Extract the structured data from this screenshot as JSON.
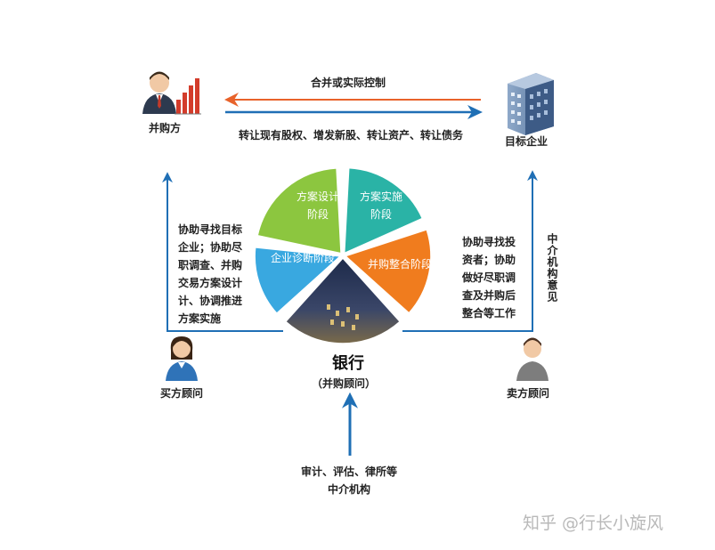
{
  "top_arrow_label": "合并或实际控制",
  "bottom_arrow_label": "转让现有股权、增发新股、转让资产、转让债务",
  "acquirer": "并购方",
  "target": "目标企业",
  "buyer_advisor": "买方顾问",
  "seller_advisor": "卖方顾问",
  "buyer_advisor_text": "协助寻找目标\n企业；协助尽\n职调查、并购\n交易方案设计\n计、协调推进\n方案实施",
  "seller_advisor_text": "协助寻找投\n资者；协助\n做好尽职调\n查及并购后\n整合等工作",
  "intermediary_opinion": "中介机构意见",
  "bank": "银行",
  "bank_role": "（并购顾问）",
  "intermediaries": "审计、评估、律所等\n中介机构",
  "watermark": "知乎 @行长小旋风",
  "pie": {
    "segments": [
      {
        "label": "方案设计\n阶段",
        "color": "#8cc63f"
      },
      {
        "label": "方案实施\n阶段",
        "color": "#2ab3a6"
      },
      {
        "label": "并购整合阶段",
        "color": "#f07c1e"
      },
      {
        "label": "企业诊断阶段",
        "color": "#39a8e0"
      }
    ],
    "photo_segment_color": "#2a3b5e"
  },
  "colors": {
    "arrow_blue": "#1f6fb5",
    "arrow_orange": "#e8622a"
  },
  "icons": [
    "person-male-icon",
    "bar-chart-icon",
    "office-building-icon",
    "person-female-icon",
    "person-user-icon"
  ]
}
